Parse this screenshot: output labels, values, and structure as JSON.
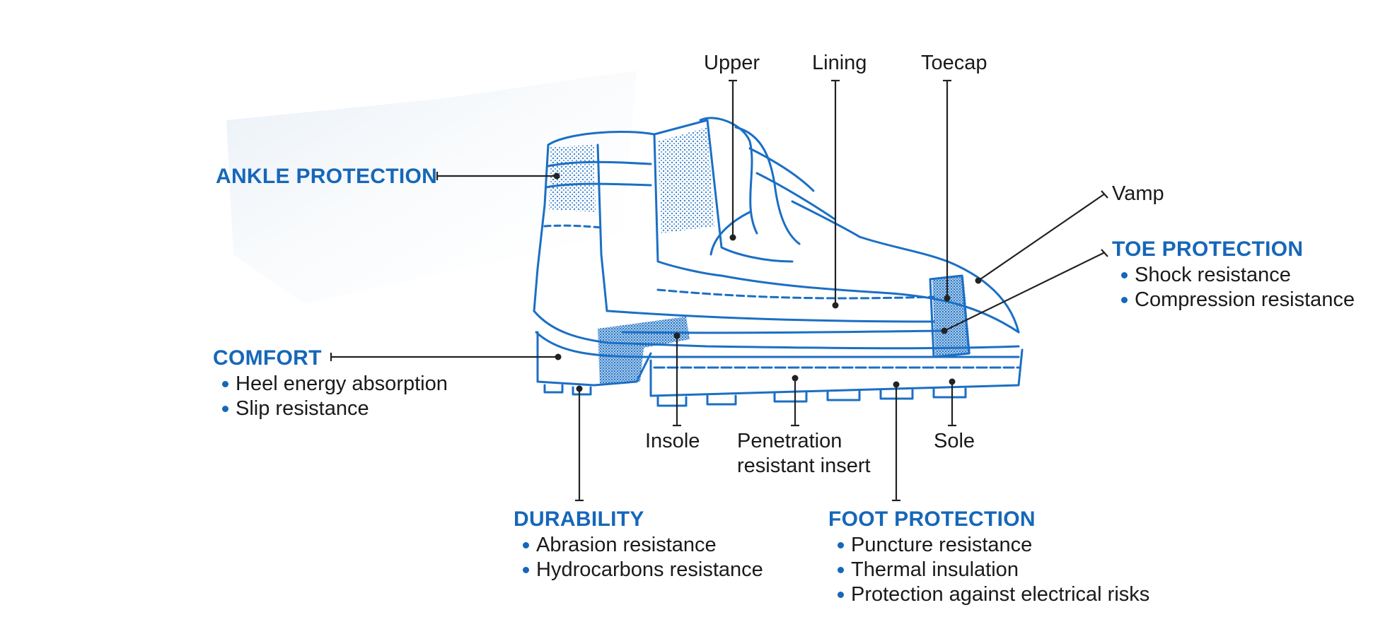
{
  "colors": {
    "accent": "#1667b8",
    "drawing": "#1b6fc4",
    "text": "#1a1a1a",
    "leader": "#222222"
  },
  "part_labels": {
    "upper": "Upper",
    "lining": "Lining",
    "toecap": "Toecap",
    "vamp": "Vamp",
    "insole": "Insole",
    "penetration_line1": "Penetration",
    "penetration_line2": "resistant insert",
    "sole": "Sole"
  },
  "features": {
    "ankle": {
      "title": "ANKLE PROTECTION",
      "items": []
    },
    "toe": {
      "title": "TOE PROTECTION",
      "items": [
        "Shock resistance",
        "Compression resistance"
      ]
    },
    "comfort": {
      "title": "COMFORT",
      "items": [
        "Heel energy absorption",
        "Slip resistance"
      ]
    },
    "durability": {
      "title": "DURABILITY",
      "items": [
        "Abrasion resistance",
        "Hydrocarbons resistance"
      ]
    },
    "foot": {
      "title": "FOOT PROTECTION",
      "items": [
        "Puncture resistance",
        "Thermal insulation",
        "Protection against electrical risks"
      ]
    }
  }
}
